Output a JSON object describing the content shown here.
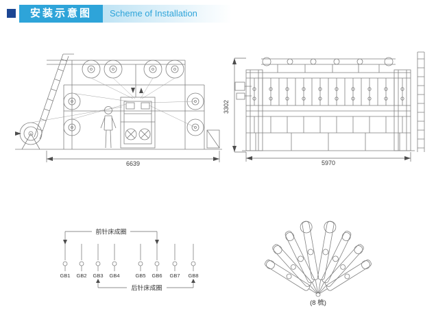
{
  "header": {
    "title_zh": "安装示意图",
    "title_en": "Scheme of Installation",
    "bullet_color": "#1c4693",
    "bar_color": "#2ea4d9"
  },
  "side_view": {
    "width_dim": "6639"
  },
  "front_view": {
    "width_dim": "5970",
    "height_dim": "3302"
  },
  "guide_bars": {
    "front_label": "前针床成圈",
    "back_label": "后针床成圈",
    "bars": [
      "GB1",
      "GB2",
      "GB3",
      "GB4",
      "GB5",
      "GB6",
      "GB7",
      "GB8"
    ]
  },
  "combs": {
    "caption": "(8 梳)"
  }
}
